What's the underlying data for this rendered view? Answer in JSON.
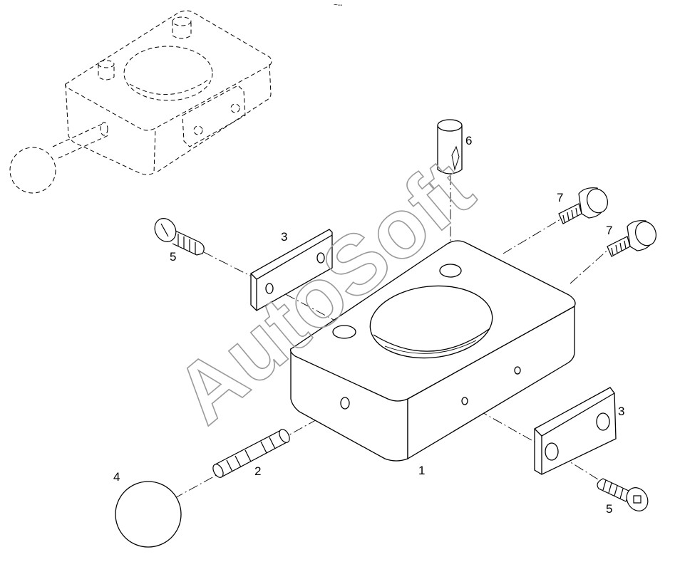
{
  "header_mark": "~--",
  "watermark": "AutoSoft",
  "callouts": {
    "base_block": "1",
    "pin": "2",
    "plate_left": "3",
    "plate_right": "3",
    "knob": "4",
    "screw_left": "5",
    "screw_right": "5",
    "dowel": "6",
    "thumb_screw_top": "7",
    "thumb_screw_bottom": "7"
  }
}
